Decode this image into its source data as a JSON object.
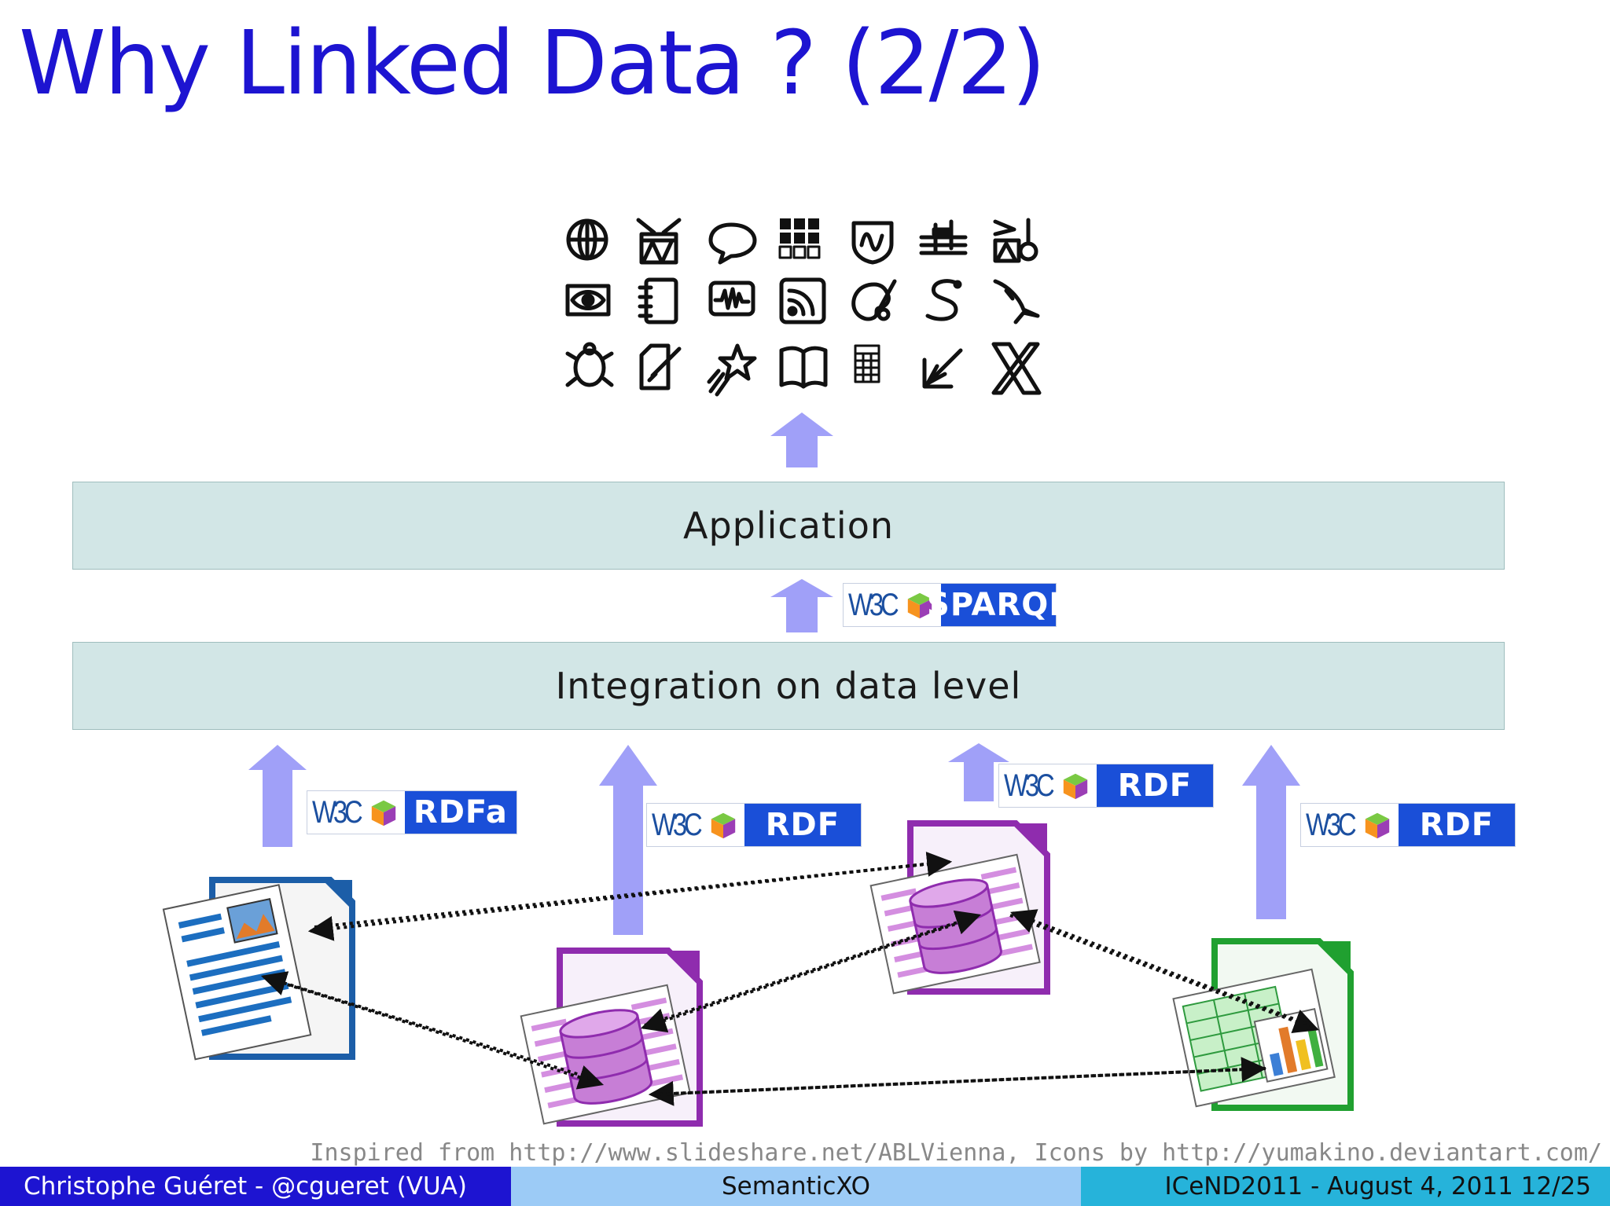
{
  "slide": {
    "title": "Why Linked Data ? (2/2)"
  },
  "layers": {
    "application": "Application",
    "integration": "Integration on data level"
  },
  "badges": {
    "w3c_text": "W3C",
    "sparql": "SPARQL",
    "rdfa": "RDFa",
    "rdf_1": "RDF",
    "rdf_2": "RDF",
    "rdf_3": "RDF"
  },
  "icons": [
    "globe-icon",
    "drum-icon",
    "speech-bubble-icon",
    "grid-icon",
    "waveform-shield-icon",
    "music-staff-icon",
    "instruments-icon",
    "eye-icon",
    "notebook-icon",
    "audio-wave-icon",
    "rss-icon",
    "paint-palette-icon",
    "snake-icon",
    "bird-icon",
    "turtle-icon",
    "edit-icon",
    "shooting-star-icon",
    "book-icon",
    "calculator-icon",
    "import-arrow-icon",
    "x-icon"
  ],
  "documents": [
    {
      "name": "writer-document-icon",
      "color": "#1c5ea8"
    },
    {
      "name": "base-database-icon-1",
      "color": "#8f2cae"
    },
    {
      "name": "base-database-icon-2",
      "color": "#8f2cae"
    },
    {
      "name": "calc-spreadsheet-icon",
      "color": "#20a030"
    }
  ],
  "colors": {
    "title": "#1d14d1",
    "arrow": "#a0a0f8",
    "layer_box": "#d2e6e6",
    "badge_blue": "#1a4fd8"
  },
  "credit": "Inspired from http://www.slideshare.net/ABLVienna, Icons by http://yumakino.deviantart.com/",
  "footer": {
    "author": "Christophe Guéret - @cgueret (VUA)",
    "project": "SemanticXO",
    "event": "ICeND2011 - August 4, 2011 12/25"
  }
}
